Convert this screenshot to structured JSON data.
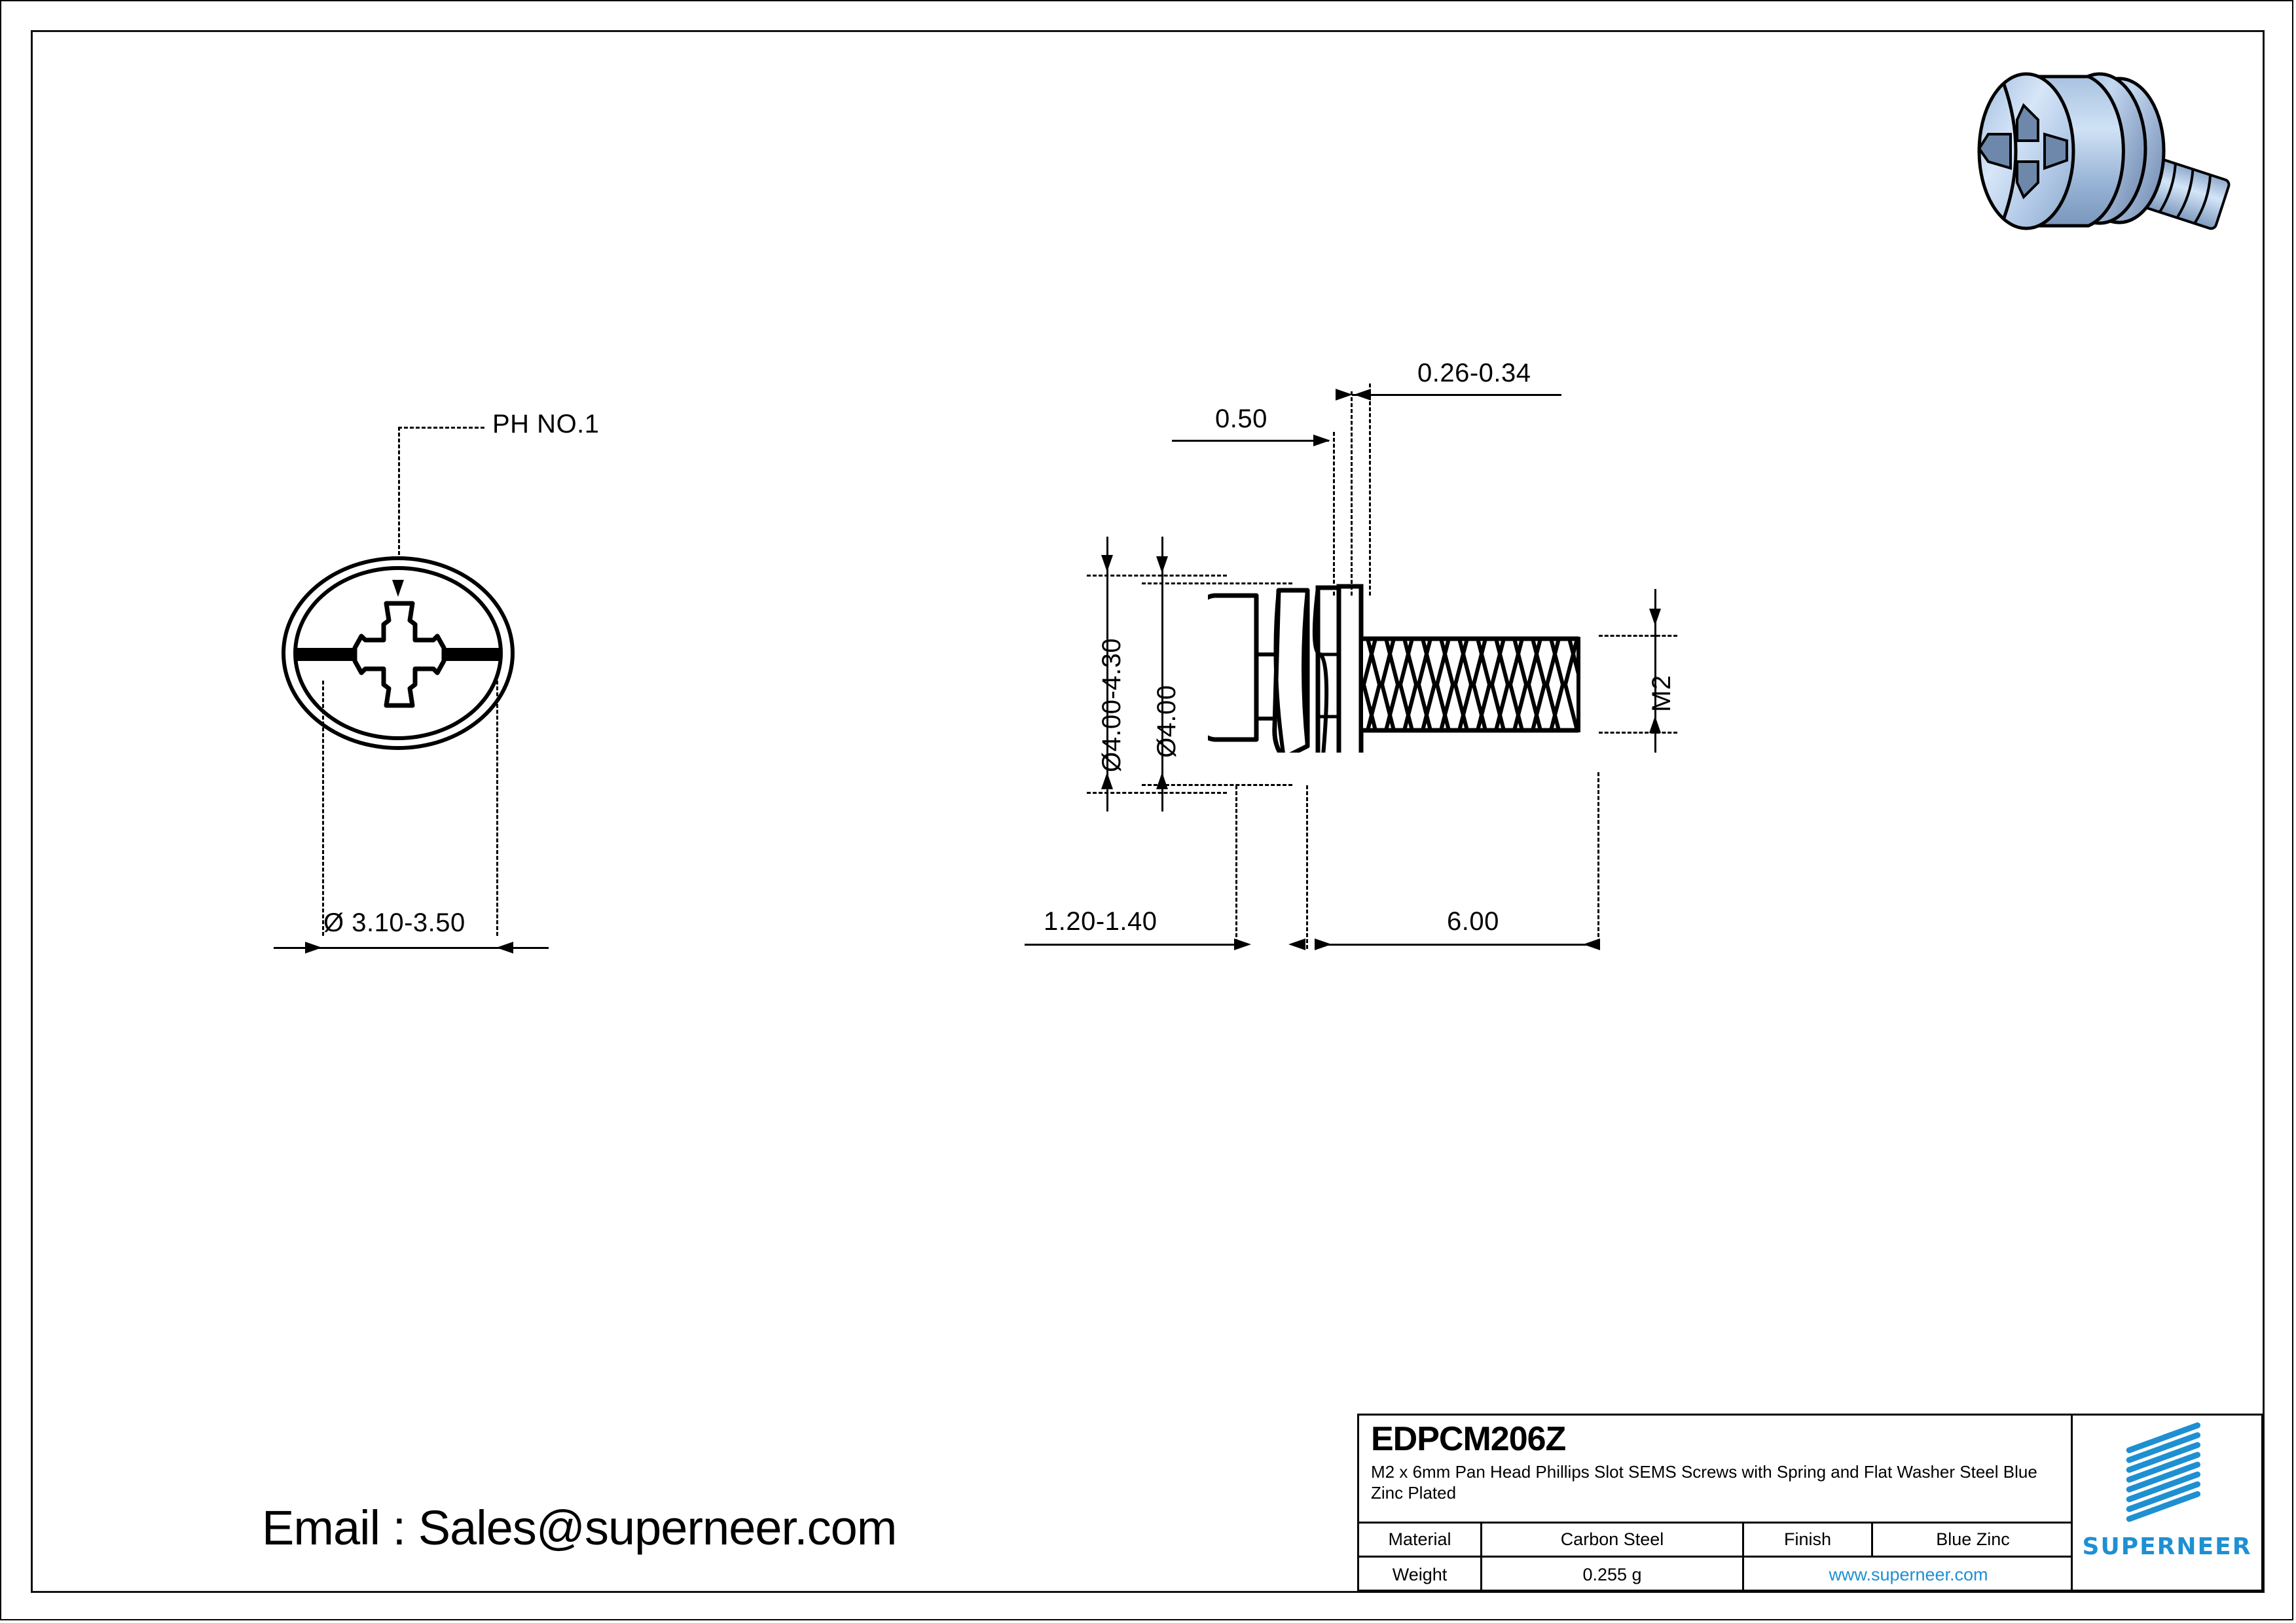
{
  "sheet": {
    "background": "#ffffff",
    "line_color": "#000000",
    "accent_color": "#1e90d2"
  },
  "render": {
    "name": "screw-3d-render",
    "description": "M2 x 6mm pan head Phillips slot SEMS screw with spring and flat washer, blue zinc plated",
    "body_color": "#a8c4e4",
    "highlight_color": "#cfe0f5",
    "shadow_color": "#7d98bb"
  },
  "top_view": {
    "name": "top-view",
    "callout": "PH NO.1",
    "diameter_dim": "Ø 3.10-3.50"
  },
  "side_view": {
    "name": "side-view",
    "dims": {
      "head_height": "0.50",
      "washer_thickness": "0.26-0.34",
      "head_diameter": "Ø4.00-4.30",
      "washer_diameter": "Ø4.00",
      "spring_washer_width": "1.20-1.40",
      "thread_length": "6.00",
      "thread_size": "M2"
    }
  },
  "title_block": {
    "part_code": "EDPCM206Z",
    "description": "M2 x 6mm Pan Head Phillips Slot SEMS Screws with Spring and Flat Washer Steel Blue Zinc Plated",
    "rows": [
      {
        "label": "Material",
        "value": "Carbon Steel",
        "label2": "Finish",
        "value2": "Blue Zinc"
      },
      {
        "label": "Weight",
        "value": "0.255 g",
        "website": "www.superneer.com"
      }
    ],
    "logo_text": "SUPERNEER"
  },
  "email": {
    "text": "Email : Sales@superneer.com"
  }
}
